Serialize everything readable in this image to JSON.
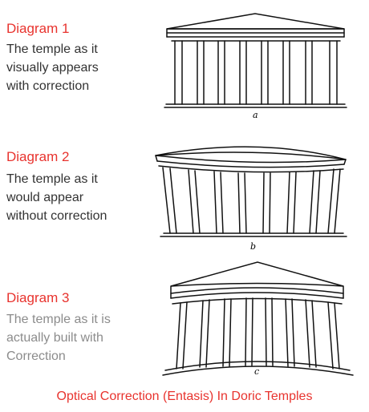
{
  "diagrams": [
    {
      "title": "Diagram 1",
      "description": [
        "The temple as it",
        "visually appears",
        "with correction"
      ],
      "figure_label": "a"
    },
    {
      "title": "Diagram 2",
      "description": [
        "The temple as it",
        "would appear",
        "without correction"
      ],
      "figure_label": "b"
    },
    {
      "title": "Diagram 3",
      "description": [
        "The temple as it is",
        "actually built with",
        "Correction"
      ],
      "figure_label": "c"
    }
  ],
  "caption": "Optical Correction (Entasis) In Doric Temples",
  "colors": {
    "title": "#e8332e",
    "caption": "#e8332e",
    "text": "#333333",
    "text_light": "#8c8c8c",
    "line": "#111111"
  }
}
